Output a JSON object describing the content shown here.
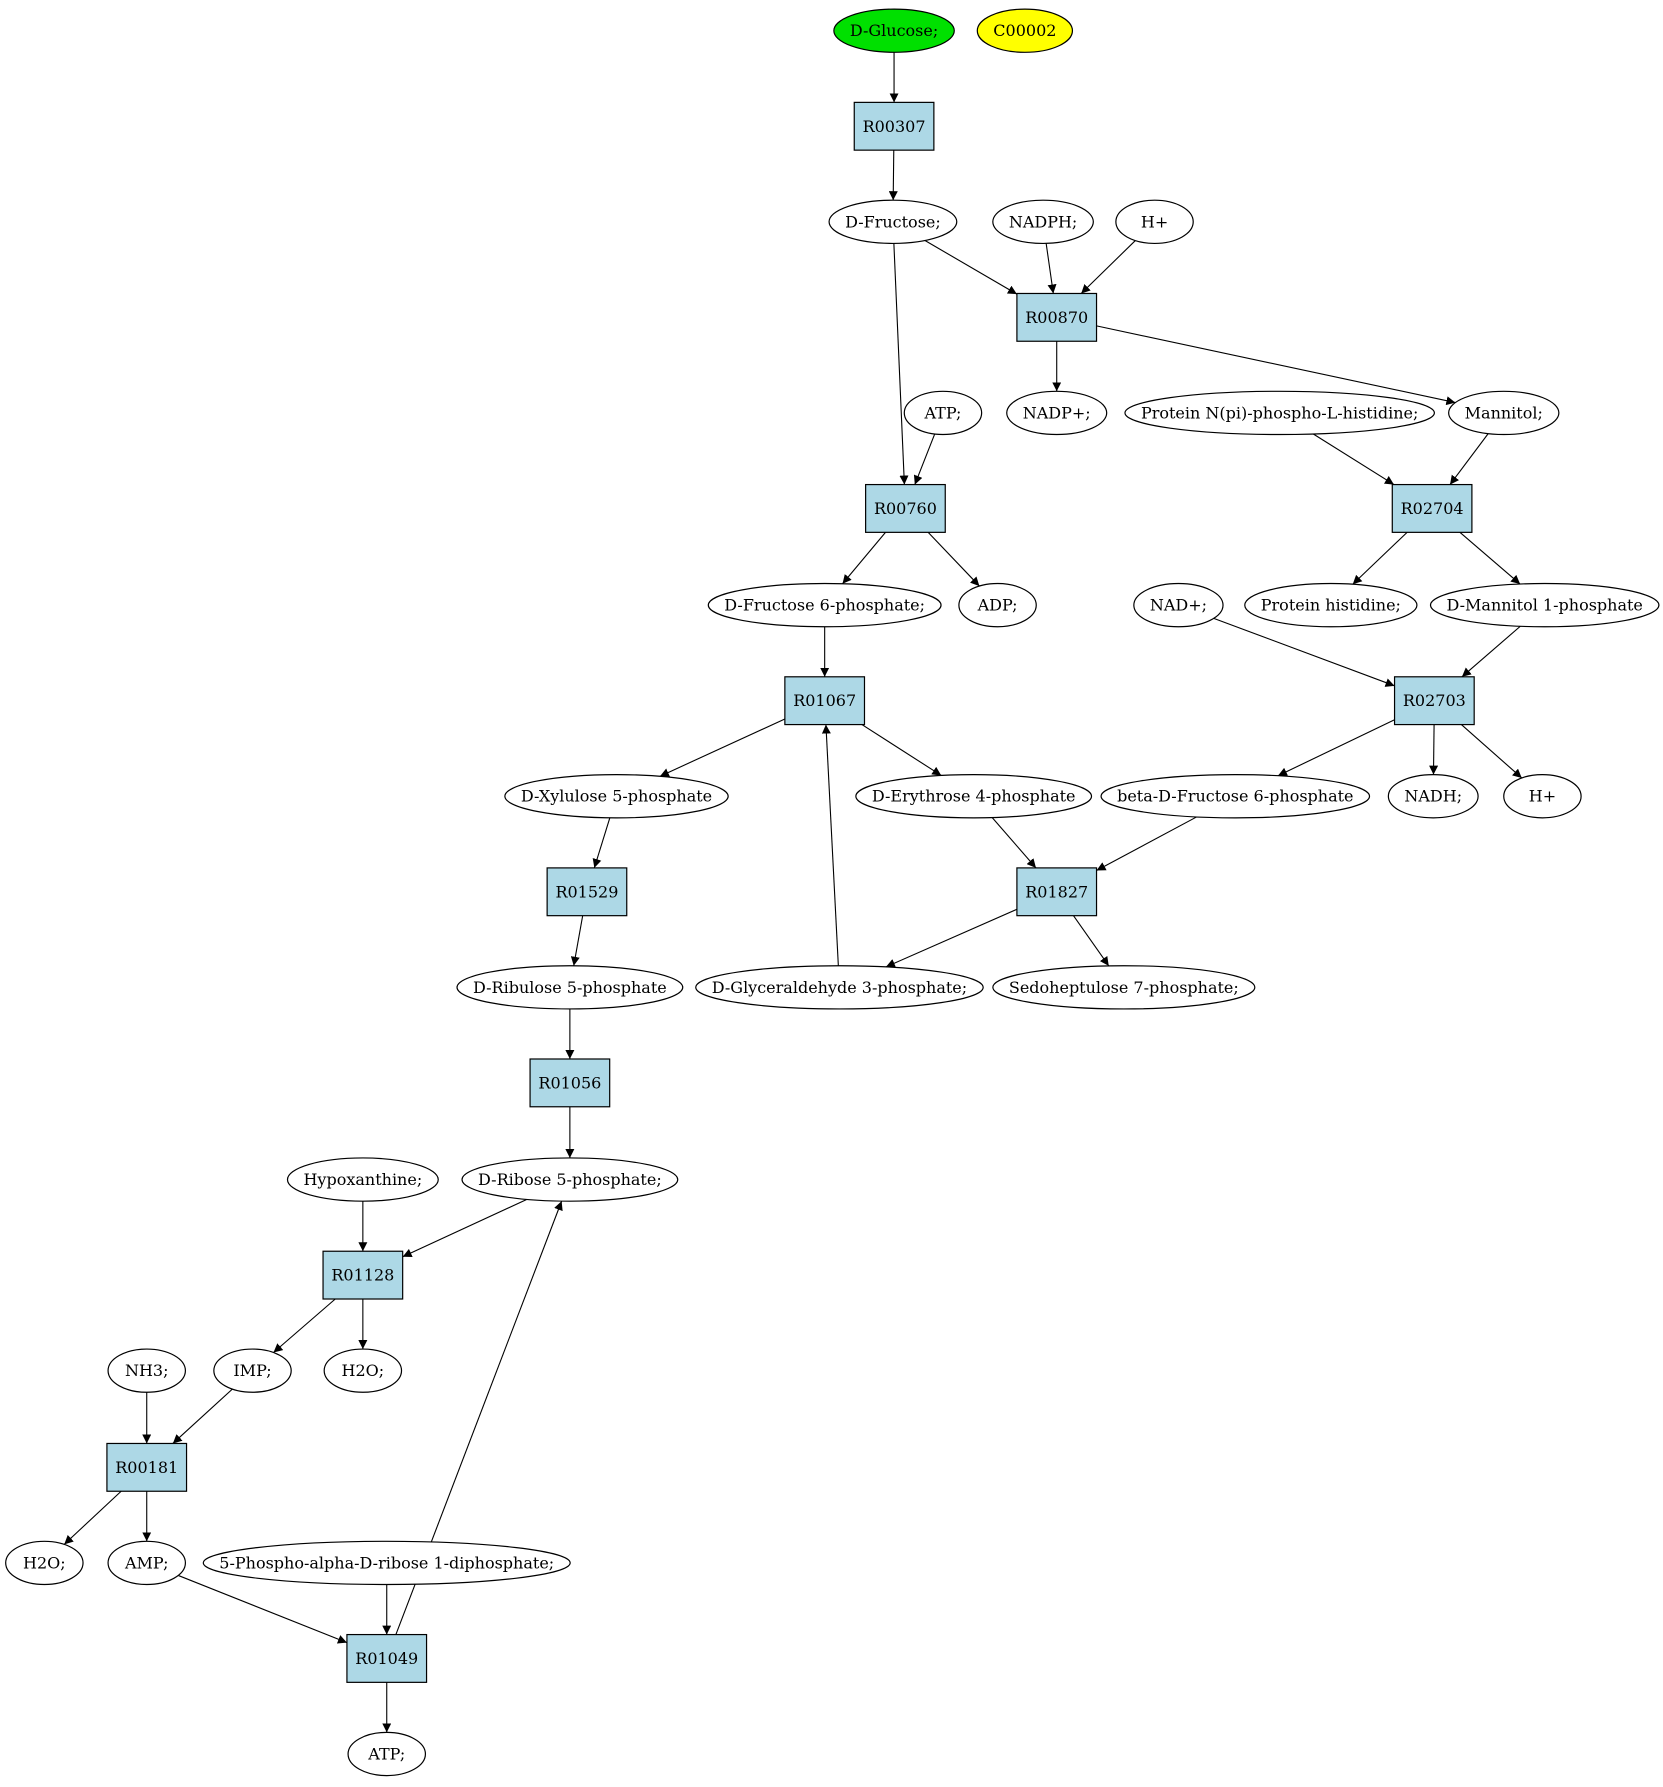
{
  "colors": {
    "start": "#00e000",
    "marker": "#ffff00",
    "reaction": "#add8e6",
    "compound": "#ffffff"
  },
  "nodes": [
    {
      "id": "glucose",
      "kind": "compound",
      "fill": "start",
      "label": "D-Glucose;"
    },
    {
      "id": "c00002",
      "kind": "compound",
      "fill": "marker",
      "label": "C00002"
    },
    {
      "id": "r00307",
      "kind": "reaction",
      "label": "R00307"
    },
    {
      "id": "fructose",
      "kind": "compound",
      "label": "D-Fructose;"
    },
    {
      "id": "nadph",
      "kind": "compound",
      "label": "NADPH;"
    },
    {
      "id": "hplus1",
      "kind": "compound",
      "label": "H+"
    },
    {
      "id": "r00870",
      "kind": "reaction",
      "label": "R00870"
    },
    {
      "id": "atp1",
      "kind": "compound",
      "label": "ATP;"
    },
    {
      "id": "nadpplus",
      "kind": "compound",
      "label": "NADP+;"
    },
    {
      "id": "proteinphospho",
      "kind": "compound",
      "label": "Protein N(pi)-phospho-L-histidine;"
    },
    {
      "id": "mannitol",
      "kind": "compound",
      "label": "Mannitol;"
    },
    {
      "id": "r00760",
      "kind": "reaction",
      "label": "R00760"
    },
    {
      "id": "r02704",
      "kind": "reaction",
      "label": "R02704"
    },
    {
      "id": "f6p",
      "kind": "compound",
      "label": "D-Fructose 6-phosphate;"
    },
    {
      "id": "adp",
      "kind": "compound",
      "label": "ADP;"
    },
    {
      "id": "nadplus",
      "kind": "compound",
      "label": "NAD+;"
    },
    {
      "id": "proteinhis",
      "kind": "compound",
      "label": "Protein histidine;"
    },
    {
      "id": "mannitol1p",
      "kind": "compound",
      "label": "D-Mannitol 1-phosphate"
    },
    {
      "id": "r01067",
      "kind": "reaction",
      "label": "R01067"
    },
    {
      "id": "r02703",
      "kind": "reaction",
      "label": "R02703"
    },
    {
      "id": "xylulose5p",
      "kind": "compound",
      "label": "D-Xylulose 5-phosphate"
    },
    {
      "id": "erythrose4p",
      "kind": "compound",
      "label": "D-Erythrose 4-phosphate"
    },
    {
      "id": "betaf6p",
      "kind": "compound",
      "label": "beta-D-Fructose 6-phosphate"
    },
    {
      "id": "nadh",
      "kind": "compound",
      "label": "NADH;"
    },
    {
      "id": "hplus2",
      "kind": "compound",
      "label": "H+"
    },
    {
      "id": "r01529",
      "kind": "reaction",
      "label": "R01529"
    },
    {
      "id": "r01827",
      "kind": "reaction",
      "label": "R01827"
    },
    {
      "id": "ribulose5p",
      "kind": "compound",
      "label": "D-Ribulose 5-phosphate"
    },
    {
      "id": "g3p",
      "kind": "compound",
      "label": "D-Glyceraldehyde 3-phosphate;"
    },
    {
      "id": "s7p",
      "kind": "compound",
      "label": "Sedoheptulose 7-phosphate;"
    },
    {
      "id": "r01056",
      "kind": "reaction",
      "label": "R01056"
    },
    {
      "id": "hypoxanthine",
      "kind": "compound",
      "label": "Hypoxanthine;"
    },
    {
      "id": "ribose5p",
      "kind": "compound",
      "label": "D-Ribose 5-phosphate;"
    },
    {
      "id": "r01128",
      "kind": "reaction",
      "label": "R01128"
    },
    {
      "id": "nh3",
      "kind": "compound",
      "label": "NH3;"
    },
    {
      "id": "imp",
      "kind": "compound",
      "label": "IMP;"
    },
    {
      "id": "h2o1",
      "kind": "compound",
      "label": "H2O;"
    },
    {
      "id": "r00181",
      "kind": "reaction",
      "label": "R00181"
    },
    {
      "id": "h2o2",
      "kind": "compound",
      "label": "H2O;"
    },
    {
      "id": "amp",
      "kind": "compound",
      "label": "AMP;"
    },
    {
      "id": "prpp",
      "kind": "compound",
      "label": "5-Phospho-alpha-D-ribose 1-diphosphate;"
    },
    {
      "id": "r01049",
      "kind": "reaction",
      "label": "R01049"
    },
    {
      "id": "atp2",
      "kind": "compound",
      "label": "ATP;"
    }
  ],
  "edges": [
    [
      "glucose",
      "r00307"
    ],
    [
      "r00307",
      "fructose"
    ],
    [
      "fructose",
      "r00870"
    ],
    [
      "nadph",
      "r00870"
    ],
    [
      "hplus1",
      "r00870"
    ],
    [
      "r00870",
      "nadpplus"
    ],
    [
      "r00870",
      "mannitol"
    ],
    [
      "fructose",
      "r00760"
    ],
    [
      "atp1",
      "r00760"
    ],
    [
      "r00760",
      "f6p"
    ],
    [
      "r00760",
      "adp"
    ],
    [
      "proteinphospho",
      "r02704"
    ],
    [
      "mannitol",
      "r02704"
    ],
    [
      "r02704",
      "proteinhis"
    ],
    [
      "r02704",
      "mannitol1p"
    ],
    [
      "nadplus",
      "r02703"
    ],
    [
      "mannitol1p",
      "r02703"
    ],
    [
      "r02703",
      "betaf6p"
    ],
    [
      "r02703",
      "nadh"
    ],
    [
      "r02703",
      "hplus2"
    ],
    [
      "f6p",
      "r01067"
    ],
    [
      "g3p",
      "r01067"
    ],
    [
      "r01067",
      "xylulose5p"
    ],
    [
      "r01067",
      "erythrose4p"
    ],
    [
      "erythrose4p",
      "r01827"
    ],
    [
      "betaf6p",
      "r01827"
    ],
    [
      "r01827",
      "g3p"
    ],
    [
      "r01827",
      "s7p"
    ],
    [
      "xylulose5p",
      "r01529"
    ],
    [
      "r01529",
      "ribulose5p"
    ],
    [
      "ribulose5p",
      "r01056"
    ],
    [
      "r01056",
      "ribose5p"
    ],
    [
      "hypoxanthine",
      "r01128"
    ],
    [
      "ribose5p",
      "r01128"
    ],
    [
      "r01128",
      "imp"
    ],
    [
      "r01128",
      "h2o1"
    ],
    [
      "nh3",
      "r00181"
    ],
    [
      "imp",
      "r00181"
    ],
    [
      "r00181",
      "h2o2"
    ],
    [
      "r00181",
      "amp"
    ],
    [
      "amp",
      "r01049"
    ],
    [
      "prpp",
      "r01049"
    ],
    [
      "r01049",
      "atp2"
    ],
    [
      "r01049",
      "ribose5p"
    ]
  ]
}
